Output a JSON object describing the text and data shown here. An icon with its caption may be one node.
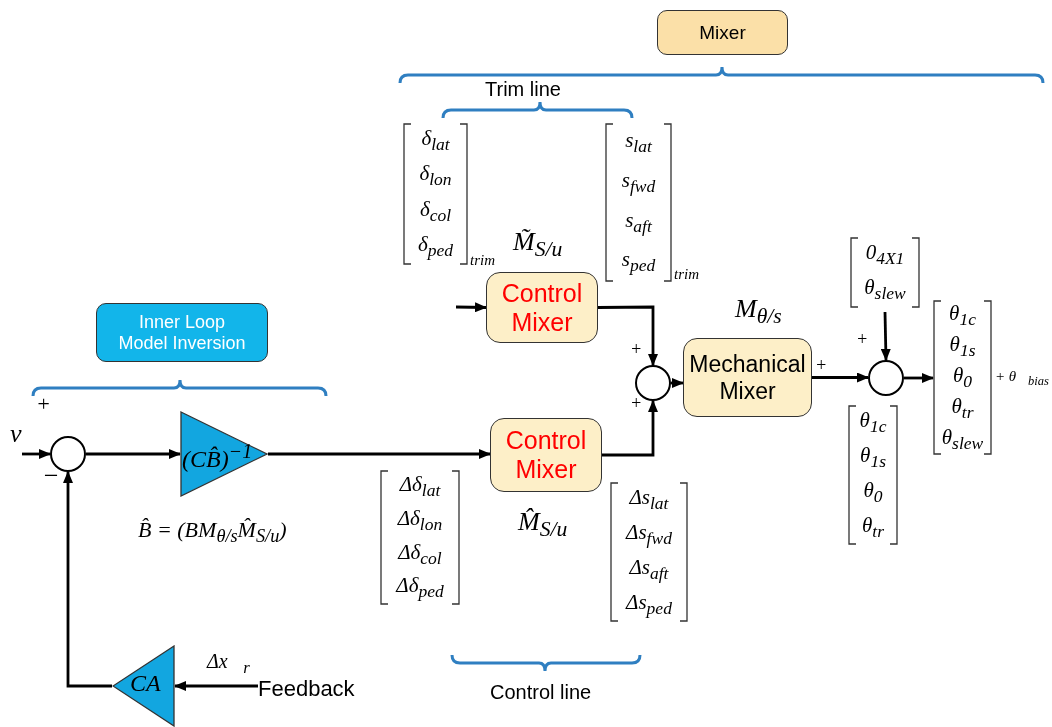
{
  "diagram": {
    "nodes": [
      {
        "text": [
          "Mixer"
        ]
      },
      {
        "text": [
          "0$_{4X1}$",
          "θ$_{slew}$"
        ]
      },
      {
        "text": [
          "Control Mixer"
        ],
        "beside": [
          "M̃$_{S/u}$"
        ]
      },
      {
        "text": [
          "Inner Loop Model Inversion"
        ]
      },
      {
        "text": [
          "θ$_{1c}$",
          "θ$_{1s}$",
          "θ$_{0}$",
          "θ$_{tr}$",
          "θ$_{slew}$"
        ],
        "beside": [
          "+ θ⃗$_{bias}$"
        ]
      },
      {
        "text": [
          "Mechanical Mixer"
        ],
        "beside": [
          "M$_{θ/s}$"
        ]
      },
      {
        "text": [],
        "shape": "circle"
      },
      {
        "text": [],
        "shape": "circle"
      },
      {
        "text": [
          "Control Mixer"
        ],
        "beside": [
          "M̂$_{S/u}$"
        ]
      },
      {
        "text": [],
        "shape": "circle"
      },
      {
        "text": [
          "(CB̂)$^{−1}$"
        ]
      },
      {
        "text": [
          "CA"
        ]
      },
      {
        "text": [
          "Feedback"
        ]
      }
    ],
    "edges": [
      {
        "from": null,
        "to": 9,
        "arrow": "to",
        "label": "ν"
      },
      {
        "from": 9,
        "to": 10,
        "arrow": "to"
      },
      {
        "from": 10,
        "to": 8,
        "arrow": "to"
      },
      {
        "from": 12,
        "to": 11,
        "arrow": "to",
        "label": "Δx⃗$_{r}$"
      },
      {
        "from": 11,
        "to": 9,
        "arrow": "to"
      },
      {
        "from": null,
        "to": 2,
        "arrow": "to"
      },
      {
        "from": 2,
        "to": 6,
        "arrow": "to"
      },
      {
        "from": 8,
        "to": 6,
        "arrow": "to"
      },
      {
        "from": 6,
        "to": 5,
        "arrow": "to"
      },
      {
        "from": 5,
        "to": 7,
        "arrow": "to"
      },
      {
        "from": 1,
        "to": 7,
        "arrow": "to"
      },
      {
        "from": 7,
        "to": 4,
        "arrow": "to"
      }
    ],
    "labels": [
      "Trim line",
      "δ$_{lat}$",
      "δ$_{lon}$",
      "δ$_{col}$",
      "δ$_{ped}$",
      "trim",
      "s$_{lat}$",
      "s$_{fwd}$",
      "s$_{aft}$",
      "s$_{ped}$",
      "trim",
      "+",
      "+",
      "+",
      "+",
      "+",
      "θ$_{1c}$",
      "θ$_{1s}$",
      "θ$_{0}$",
      "θ$_{tr}$",
      "−",
      "Δδ$_{lat}$",
      "Δδ$_{lon}$",
      "Δδ$_{col}$",
      "Δδ$_{ped}$",
      "Δs$_{lat}$",
      "Δs$_{fwd}$",
      "Δs$_{aft}$",
      "Δs$_{ped}$",
      "B̂ = (BM$_{θ/s}$M̂$_{S/u}$)",
      "Control line"
    ]
  }
}
